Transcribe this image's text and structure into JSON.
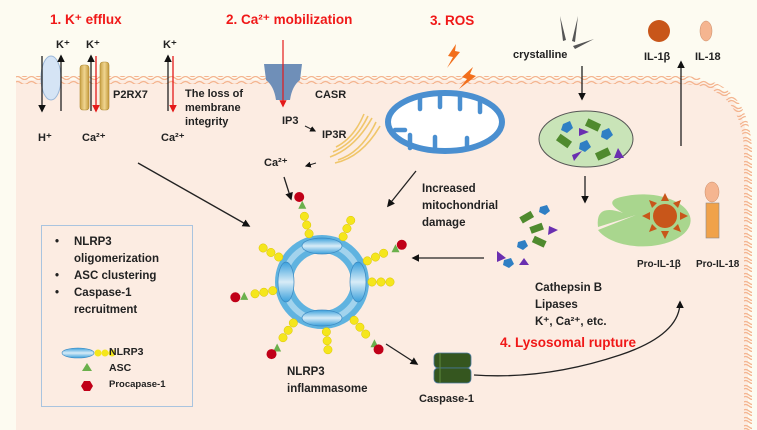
{
  "figure": {
    "sections": {
      "k_efflux": "1. K⁺ efflux",
      "ca_mobilization": "2. Ca²⁺ mobilization",
      "ros": "3. ROS",
      "lysosomal_rupture": "4. Lysosomal rupture"
    },
    "ions": {
      "k_plus_1": "K⁺",
      "k_plus_2": "K⁺",
      "k_plus_3": "K⁺",
      "h_plus": "H⁺",
      "ca_1": "Ca²⁺",
      "ca_2": "Ca²⁺",
      "ca_3": "Ca²⁺"
    },
    "labels": {
      "p2rx7": "P2RX7",
      "loss_membrane": "The loss of membrane integrity",
      "casr": "CASR",
      "ip3": "IP3",
      "ip3r": "IP3R",
      "crystalline": "crystalline",
      "il1b": "IL-1β",
      "il18": "IL-18",
      "mito_damage": "Increased mitochondrial damage",
      "lysosome_contents": [
        "Cathepsin B",
        "Lipases",
        "K⁺, Ca²⁺, etc."
      ],
      "pro_il1b": "Pro-IL-1β",
      "pro_il18": "Pro-IL-18",
      "caspase1": "Caspase-1",
      "inflammasome": "NLRP3 inflammasome"
    },
    "legend": {
      "bullets": [
        "NLRP3 oligomerization",
        "ASC clustering",
        "Caspase-1 recruitment"
      ],
      "keys": [
        {
          "icon": "nlrp3-icon",
          "label": "NLRP3"
        },
        {
          "icon": "asc-triangle-icon",
          "label": "ASC"
        },
        {
          "icon": "procaspase-hexagon-icon",
          "label": "Procapase-1"
        }
      ]
    },
    "colors": {
      "section_title": "#f01818",
      "cytoplasm": "#fcece2",
      "membrane": "#f4b48f",
      "nlrp3_body": "#5fb3e0",
      "nlrp3_beads": "#f5e61c",
      "asc": "#6ab04c",
      "procaspase": "#c00018",
      "mitochondrion": "#4a8fd0",
      "lysosome": "#c9e4b8",
      "caspase1": "#35561f",
      "il1b": "#c8561a",
      "il18": "#f0a25a"
    }
  }
}
